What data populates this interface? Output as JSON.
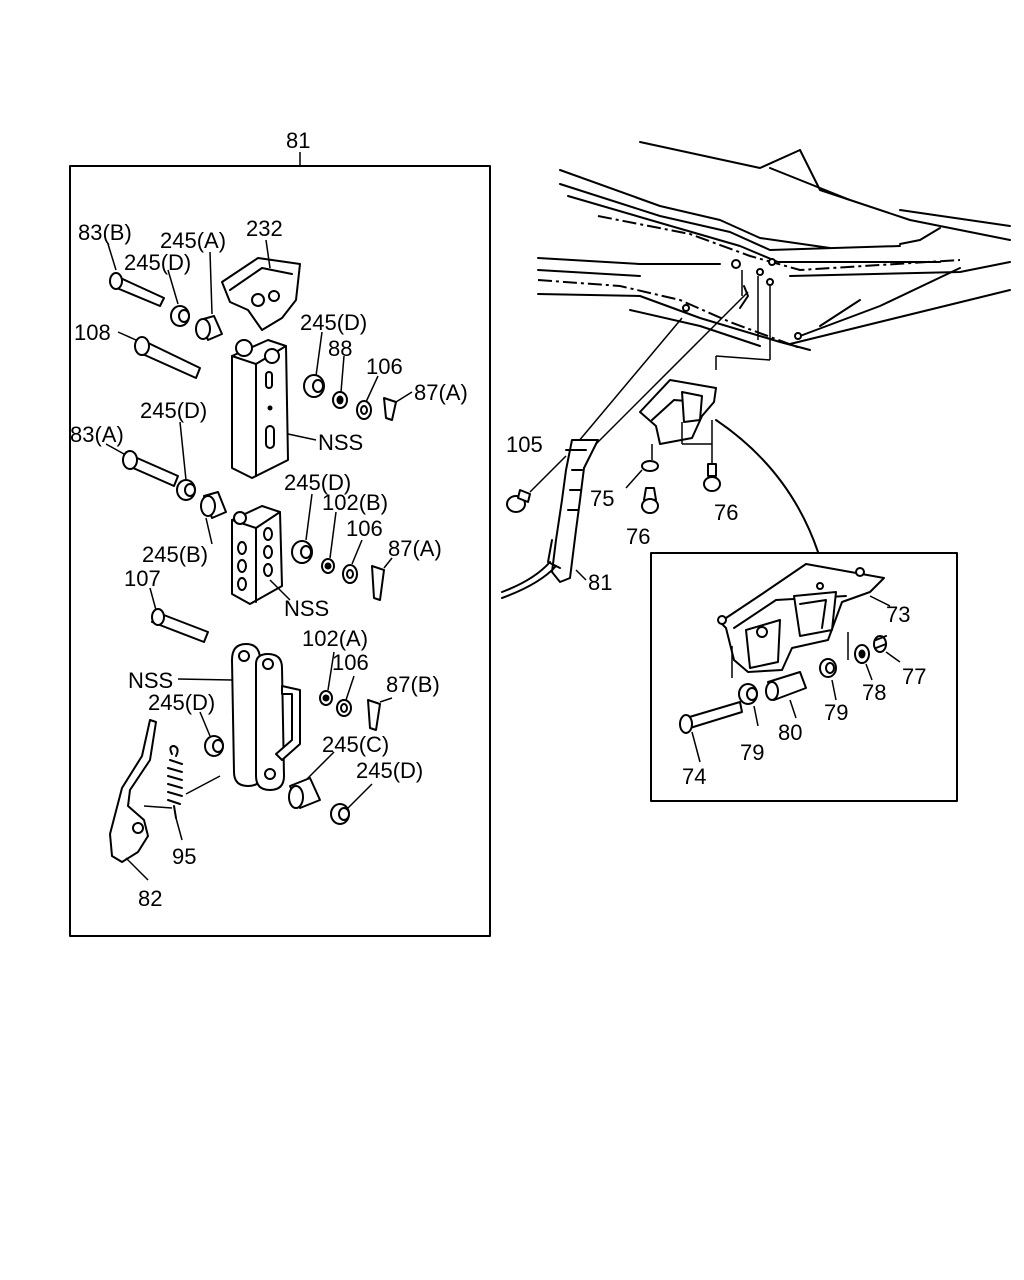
{
  "labels": {
    "l81_top": "81",
    "l232": "232",
    "l83b": "83(B)",
    "l245a": "245(A)",
    "l245d_1": "245(D)",
    "l108": "108",
    "l245d_2": "245(D)",
    "l88": "88",
    "l106_1": "106",
    "l87a_1": "87(A)",
    "l245d_3": "245(D)",
    "l83a": "83(A)",
    "lnss_1": "NSS",
    "l245d_4": "245(D)",
    "l102b": "102(B)",
    "l106_2": "106",
    "l87a_2": "87(A)",
    "l245b": "245(B)",
    "l107": "107",
    "lnss_2": "NSS",
    "l102a": "102(A)",
    "l106_3": "106",
    "l87b": "87(B)",
    "lnss_3": "NSS",
    "l245d_5": "245(D)",
    "l245c": "245(C)",
    "l245d_6": "245(D)",
    "l95": "95",
    "l82": "82",
    "l105": "105",
    "l75": "75",
    "l76_1": "76",
    "l76_2": "76",
    "l81_side": "81",
    "l73": "73",
    "l77": "77",
    "l78": "78",
    "l79_1": "79",
    "l79_2": "79",
    "l80": "80",
    "l74": "74"
  }
}
